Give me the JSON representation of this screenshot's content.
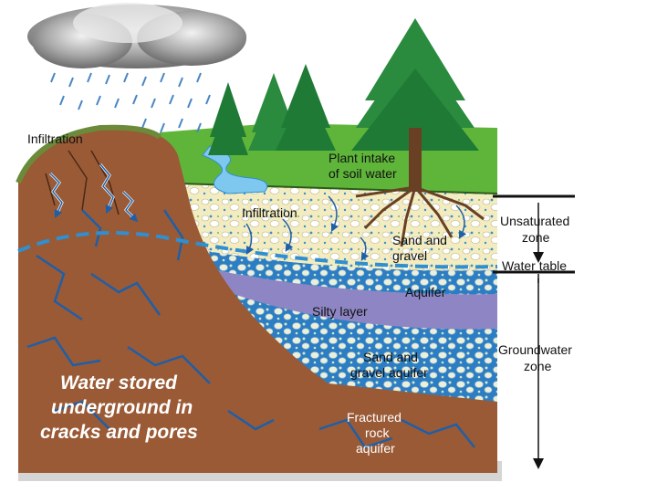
{
  "labels": {
    "infiltration_left": "Infiltration",
    "infiltration_center": "Infiltration",
    "plant_intake_line1": "Plant intake",
    "plant_intake_line2": "of soil water",
    "sand_gravel_line1": "Sand and",
    "sand_gravel_line2": "gravel",
    "aquifer": "Aquifer",
    "silty_layer": "Silty layer",
    "sand_gravel_aquifer_line1": "Sand and",
    "sand_gravel_aquifer_line2": "gravel aquifer",
    "fractured_line1": "Fractured",
    "fractured_line2": "rock",
    "fractured_line3": "aquifer",
    "water_stored_line1": "Water stored",
    "water_stored_line2": "underground in",
    "water_stored_line3": "cracks and pores"
  },
  "scale": {
    "unsaturated_line1": "Unsaturated",
    "unsaturated_line2": "zone",
    "water_table": "Water table",
    "groundwater_line1": "Groundwater",
    "groundwater_line2": "zone"
  },
  "colors": {
    "soil_brown": "#9a5a35",
    "crack_blue": "#1e5fa8",
    "water_table_blue": "#2f8fd0",
    "silty_purple": "#8e86c4",
    "unsaturated_yellow": "#f3ecc0",
    "aquifer_blue": "#2c7ec4",
    "grass_green": "#5fb53a",
    "tree_green": "#1f7a35",
    "cloud_gray": "#9a9a9a",
    "rain_blue": "#4a86c5"
  }
}
